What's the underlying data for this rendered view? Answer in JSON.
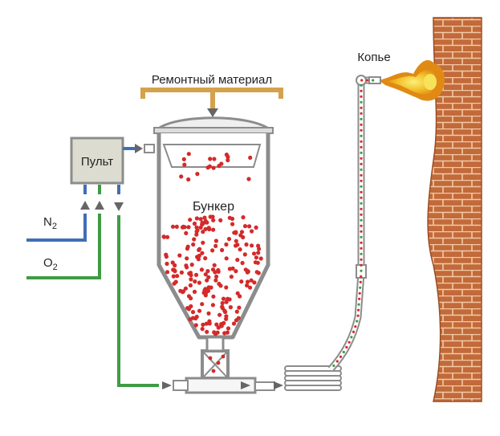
{
  "labels": {
    "repair_material": "Ремонтный материал",
    "console": "Пульт",
    "bunker": "Бункер",
    "lance": "Копье",
    "n2": "N",
    "n2_sub": "2",
    "o2": "O",
    "o2_sub": "2"
  },
  "colors": {
    "repair_pipe": "#d4a24c",
    "nitrogen_line": "#3f6fb5",
    "oxygen_line": "#3f9b45",
    "vessel_stroke": "#8c8c8c",
    "particle_red": "#d42a2a",
    "particle_green": "#3f9b45",
    "brick": "#c26a3a",
    "brick_mortar": "#f2c9a5",
    "flame_outer": "#e8a21c",
    "flame_inner": "#f7e35a",
    "console_fill": "#dcdcd0",
    "arrow": "#666666"
  },
  "icons": [
    "arrow-icon",
    "flame-icon",
    "brick-wall-icon"
  ]
}
